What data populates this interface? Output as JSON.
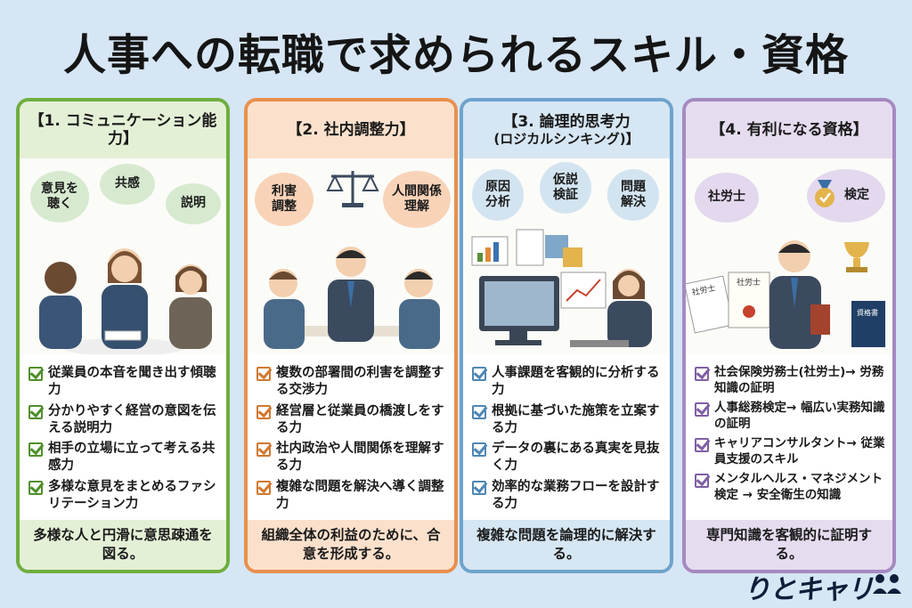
{
  "title": "人事への転職で求められるスキル・資格",
  "cards": [
    {
      "color": "#6fae3f",
      "head_bg": "#e4f0d6",
      "foot_bg": "#e4f0d6",
      "check": "#4f8f2a",
      "heading": "【1. コミュニケーション能力】",
      "heading2": "",
      "bubbles": [
        "意見を\n聴く",
        "共感",
        "説明"
      ],
      "bullets": [
        "従業員の本音を聞き出す傾聴力",
        "分かりやすく経営の意図を伝える説明力",
        "相手の立場に立って考える共感力",
        "多様な意見をまとめるファシリテーション力"
      ],
      "footer": "多様な人と円滑に意思疎通を図る。"
    },
    {
      "color": "#e8904e",
      "head_bg": "#fbe1cc",
      "foot_bg": "#fbe1cc",
      "check": "#d2782f",
      "heading": "【2. 社内調整力】",
      "heading2": "",
      "bubbles": [
        "利害\n調整",
        "人間関係\n理解"
      ],
      "bullets": [
        "複数の部署間の利害を調整する交渉力",
        "経営層と従業員の橋渡しをする力",
        "社内政治や人間関係を理解する力",
        "複雑な問題を解決へ導く調整力"
      ],
      "footer": "組織全体の利益のために、合意を形成する。"
    },
    {
      "color": "#6ea3cc",
      "head_bg": "#d6e6f3",
      "foot_bg": "#d6e6f3",
      "check": "#4d87b5",
      "heading": "【3. 論理的思考力",
      "heading2": "(ロジカルシンキング)】",
      "bubbles": [
        "原因\n分析",
        "仮説\n検証",
        "問題\n解決"
      ],
      "bullets": [
        "人事課題を客観的に分析する力",
        "根拠に基づいた施策を立案する力",
        "データの裏にある真実を見抜く力",
        "効率的な業務フローを設計する力"
      ],
      "footer": "複雑な問題を論理的に解決する。"
    },
    {
      "color": "#a58ac2",
      "head_bg": "#e6dcef",
      "foot_bg": "#e6dcef",
      "check": "#7f5fa3",
      "heading": "【4. 有利になる資格】",
      "heading2": "",
      "bubbles": [
        "社労士",
        "検定"
      ],
      "bullets": [
        "社会保険労務士(社労士)→ 労務知識の証明",
        "人事総務検定→ 幅広い実務知識の証明",
        "キャリアコンサルタント→ 従業員支援のスキル",
        "メンタルヘルス・マネジメント検定 → 安全衛生の知識"
      ],
      "footer": "専門知識を客観的に証明する。",
      "doc_labels": [
        "社労士",
        "社労士",
        "資格書"
      ]
    }
  ],
  "logo": "りとキャリ"
}
